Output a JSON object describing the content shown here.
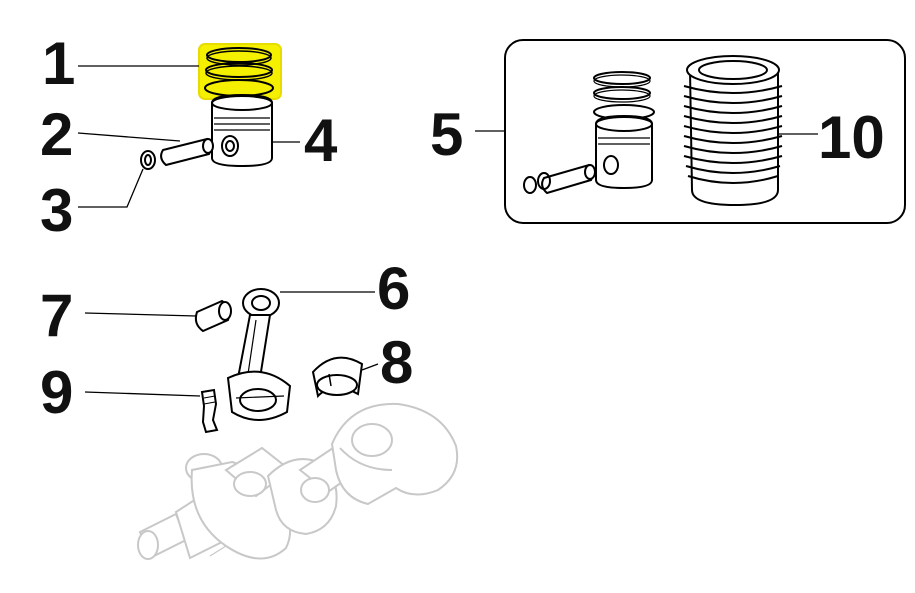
{
  "callouts": {
    "n1": "1",
    "n2": "2",
    "n3": "3",
    "n4": "4",
    "n5": "5",
    "n6": "6",
    "n7": "7",
    "n8": "8",
    "n9": "9",
    "n10": "10"
  },
  "highlight_color": "#f5f000",
  "line_color": "#000000",
  "faded_part_color": "#c8c8c8"
}
